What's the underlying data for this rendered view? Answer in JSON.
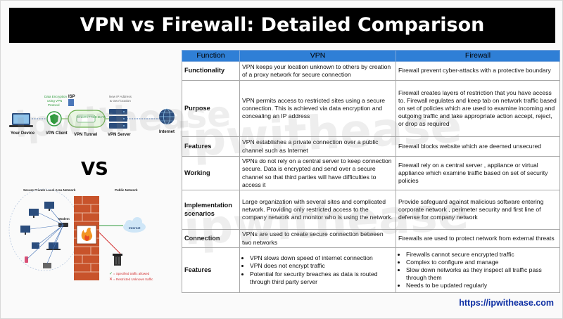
{
  "title": "VPN vs Firewall: Detailed Comparison",
  "website": "https://ipwithease.com",
  "watermark": "ipwithease",
  "diagram_top": {
    "your_device": "Your Device",
    "vpn_client": "VPN Client",
    "vpn_tunnel": "VPN Tunnel",
    "vpn_server": "VPN Server",
    "internet": "Internet",
    "isp": "ISP",
    "encrypted_data": "ENCRYPTED DATA",
    "decrypt_note_1": "Data Encryption",
    "decrypt_note_2": "using VPN",
    "decrypt_note_3": "Protocol",
    "new_ip_1": "New IP Address",
    "new_ip_2": "& Geo-location"
  },
  "vs_label": "VS",
  "diagram_bottom": {
    "private_network": "Secure Private Local Area Network",
    "public_network": "Public Network",
    "modem": "Modem",
    "internet": "Internet",
    "legend_allowed": "= Specified traffic allowed",
    "legend_restricted": "= Restricted Unknown traffic"
  },
  "table": {
    "headers": [
      "Function",
      "VPN",
      "Firewall"
    ],
    "rows": [
      {
        "label": "Functionality",
        "vpn": "VPN keeps your location unknown to others by creation of a proxy network for secure connection",
        "firewall": "Firewall prevent cyber-attacks with a protective boundary"
      },
      {
        "label": "Purpose",
        "vpn": "VPN permits access to restricted sites using a secure connection. This is achieved via data encryption and concealing an IP address",
        "firewall": "Firewall creates layers of restriction that you have access to. Firewall regulates and keep tab on network traffic based on set of policies which are used to examine incoming and outgoing traffic and take appropriate action accept, reject, or drop as required"
      },
      {
        "label": "Features",
        "vpn": "VPN establishes a private connection over a public channel such as Internet",
        "firewall": "Firewall blocks website which are deemed unsecured"
      },
      {
        "label": "Working",
        "vpn": "VPNs do not rely on a central server to keep connection secure. Data is encrypted and send over a secure channel so that third parties will have difficulties to access it",
        "firewall": "Firewall rely on a central server , appliance or virtual appliance which examine traffic based on set of security policies"
      },
      {
        "label": "Implementation scenarios",
        "vpn": "Large organization with several sites and complicated network. Providing only restricted access to the company network and monitor who is using the network.",
        "firewall": "Provide safeguard against malicious software entering corporate network , perimeter security and first line of defense for company network"
      },
      {
        "label": "Connection",
        "vpn": "VPNs are used to create secure connection between two networks",
        "firewall": "Firewalls are used to protect network from external threats"
      }
    ],
    "features_row": {
      "label": "Features",
      "vpn_items": [
        "VPN slows down speed of internet connection",
        "VPN does not encrypt traffic",
        "Potential for security breaches as data is routed through third party server"
      ],
      "firewall_items": [
        "Firewalls cannot secure encrypted traffic",
        "Complex to configure and manage",
        "Slow down networks as they inspect all traffic pass through them",
        "Needs to be updated regularly"
      ]
    }
  },
  "colors": {
    "title_bg": "#000000",
    "header_bg": "#2f7fd6",
    "url": "#0e2fa3",
    "firewall_brick": "#c8532b",
    "flame": "#f29624",
    "allowed": "#2e9b3c",
    "restricted": "#d32f2f"
  }
}
